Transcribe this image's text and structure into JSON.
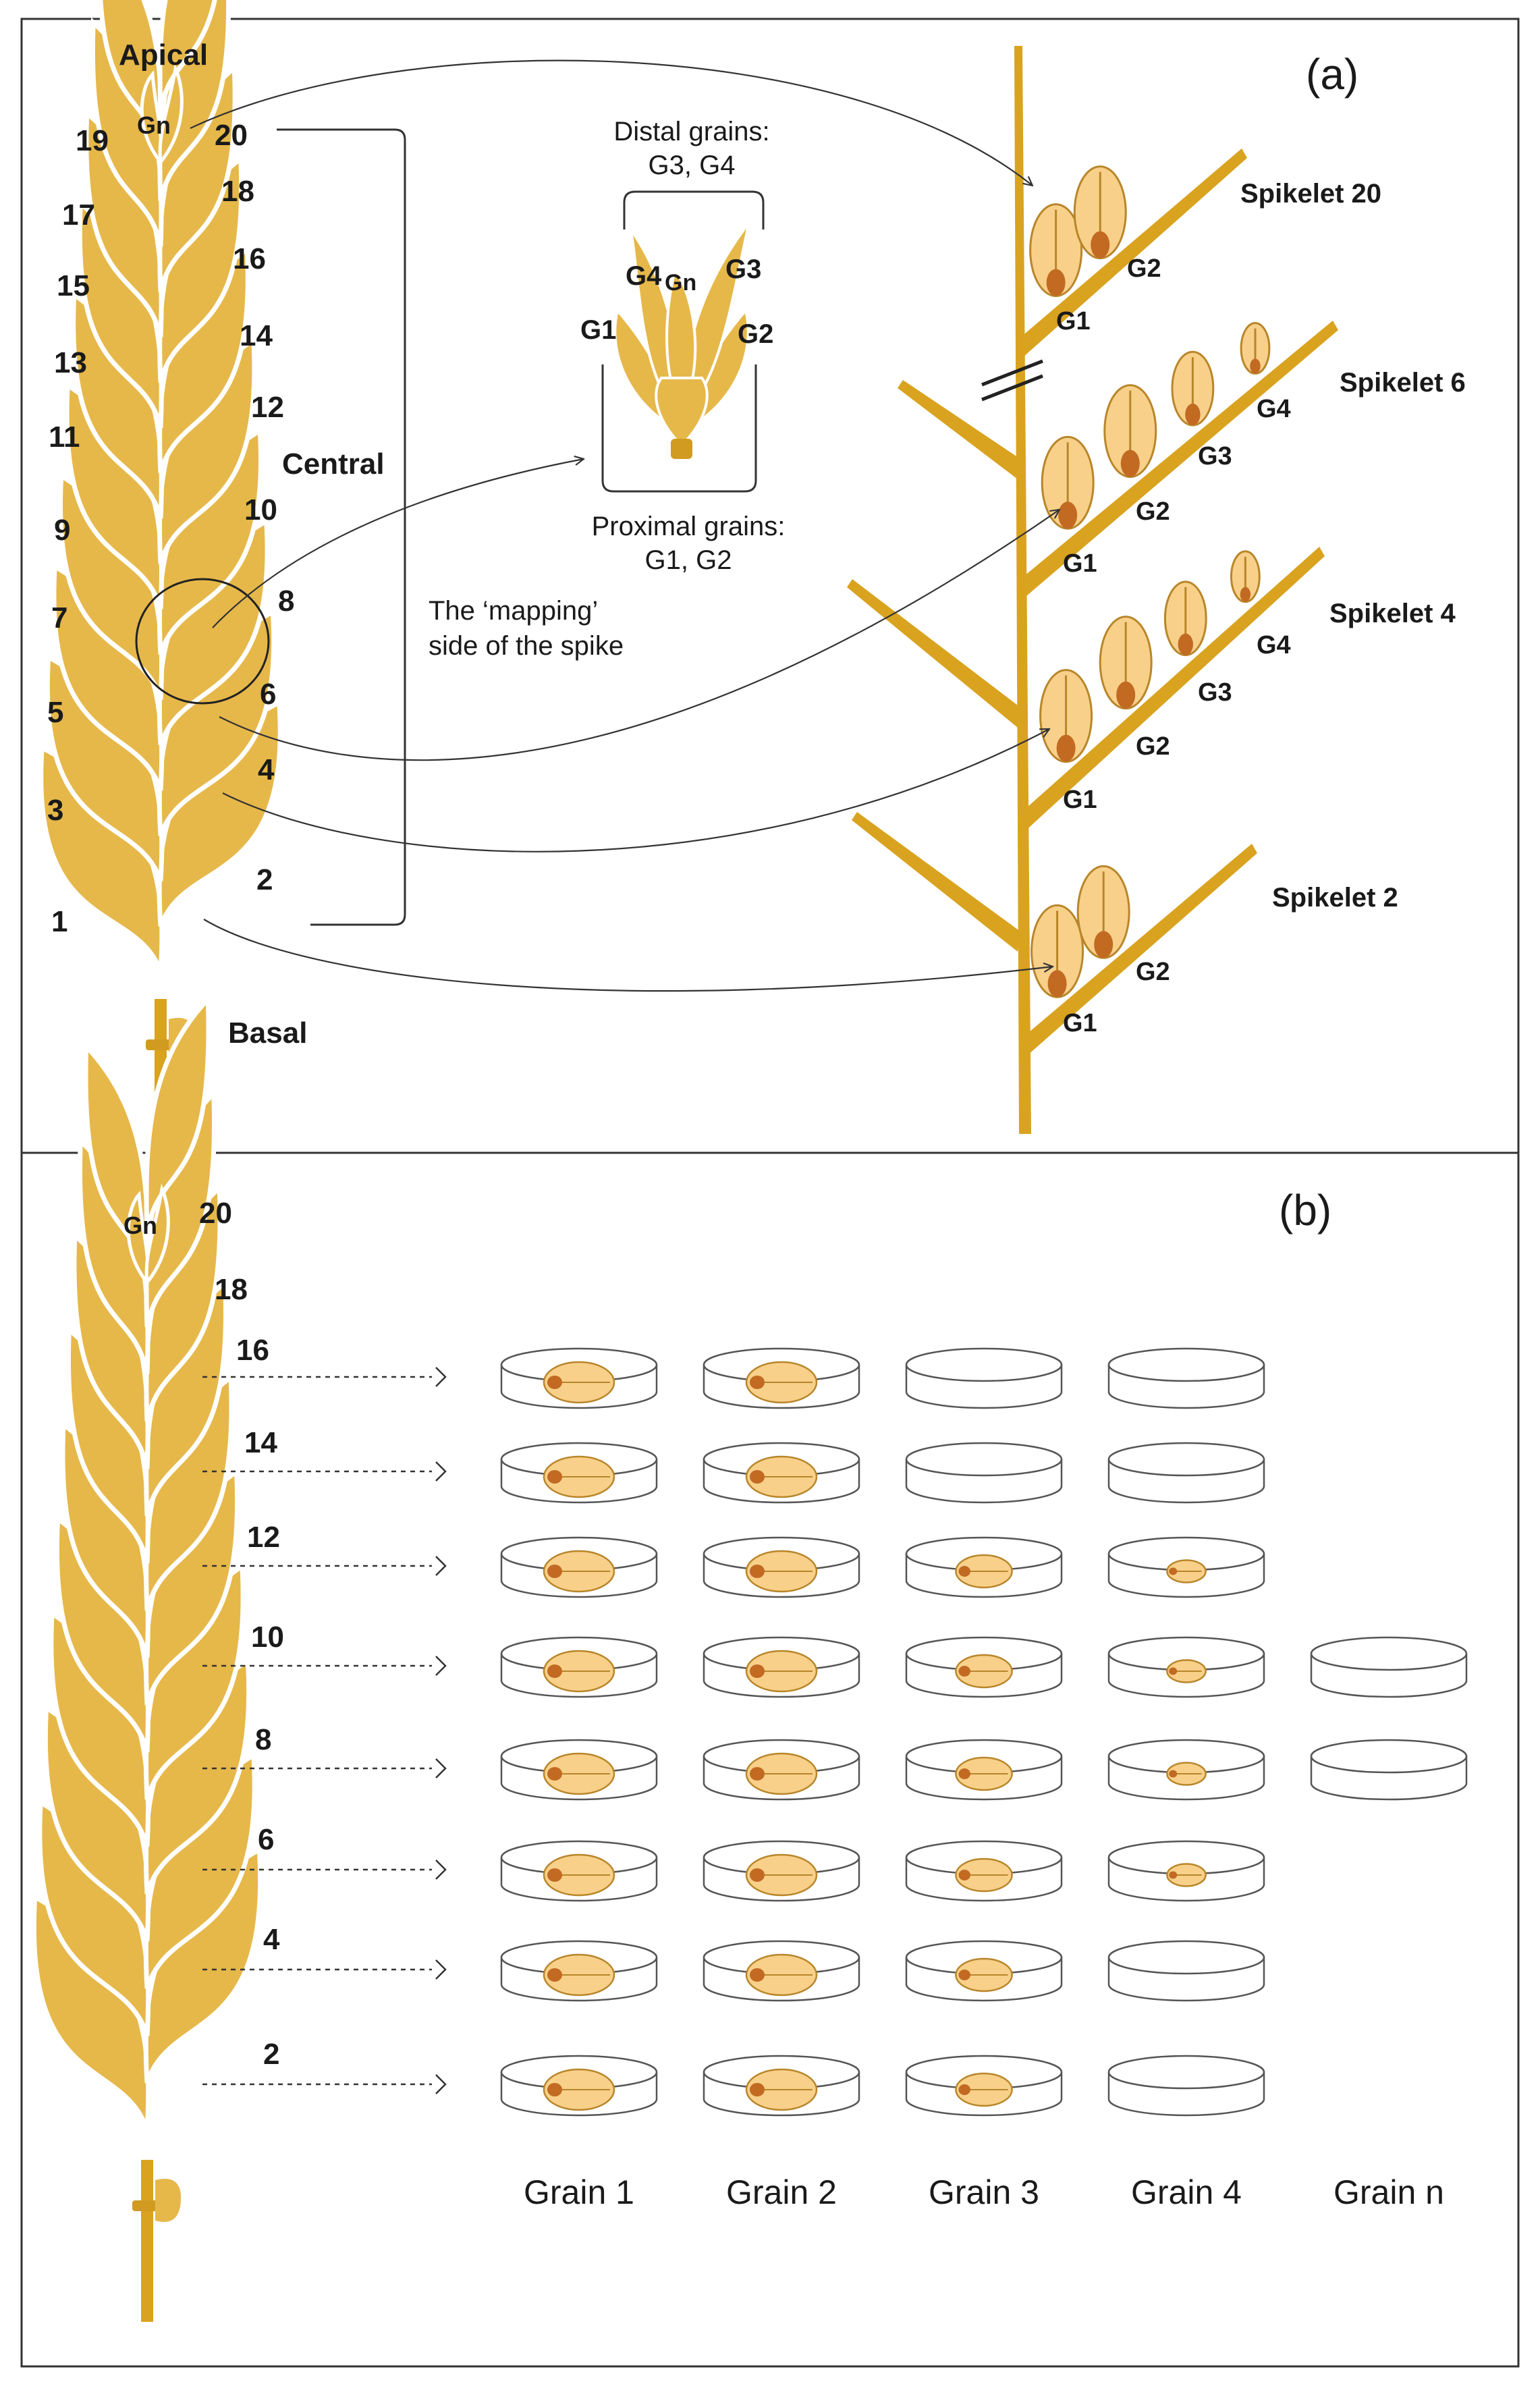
{
  "colors": {
    "gold": "#E6B84A",
    "gold_dark": "#D19B22",
    "stem": "#D9A320",
    "grain_fill": "#F8D08A",
    "grain_edge": "#B8862A",
    "grain_dot": "#C26A22",
    "border": "#333333"
  },
  "panel_a": {
    "label": "(a)",
    "spike_labels": {
      "apical": "Apical",
      "central": "Central",
      "basal": "Basal",
      "gn": "Gn"
    },
    "left_numbers": [
      "19",
      "17",
      "15",
      "13",
      "11",
      "9",
      "7",
      "5",
      "3",
      "1"
    ],
    "right_numbers": [
      "20",
      "18",
      "16",
      "14",
      "12",
      "10",
      "8",
      "6",
      "4",
      "2"
    ],
    "mapping_text": [
      "The ‘mapping’",
      "side of the spike"
    ],
    "floret": {
      "distal": [
        "Distal grains:",
        "G3, G4"
      ],
      "proximal": [
        "Proximal grains:",
        "G1, G2"
      ],
      "labels": [
        "G4",
        "Gn",
        "G3",
        "G1",
        "G2"
      ]
    },
    "spikelets": [
      {
        "label": "Spikelet 20",
        "grains": [
          "G1",
          "G2"
        ]
      },
      {
        "label": "Spikelet 6",
        "grains": [
          "G1",
          "G2",
          "G3",
          "G4"
        ]
      },
      {
        "label": "Spikelet 4",
        "grains": [
          "G1",
          "G2",
          "G3",
          "G4"
        ]
      },
      {
        "label": "Spikelet 2",
        "grains": [
          "G1",
          "G2"
        ]
      }
    ]
  },
  "panel_b": {
    "label": "(b)",
    "gn": "Gn",
    "top_numbers": [
      "20",
      "18"
    ],
    "rows": [
      {
        "spikelet": "16",
        "grains": [
          1,
          1,
          0,
          0,
          null
        ]
      },
      {
        "spikelet": "14",
        "grains": [
          1,
          1,
          0,
          0,
          null
        ]
      },
      {
        "spikelet": "12",
        "grains": [
          1,
          1,
          0.8,
          0.55,
          null
        ]
      },
      {
        "spikelet": "10",
        "grains": [
          1,
          1,
          0.8,
          0.55,
          0
        ]
      },
      {
        "spikelet": "8",
        "grains": [
          1,
          1,
          0.8,
          0.55,
          0
        ]
      },
      {
        "spikelet": "6",
        "grains": [
          1,
          1,
          0.8,
          0.55,
          null
        ]
      },
      {
        "spikelet": "4",
        "grains": [
          1,
          1,
          0.8,
          0,
          null
        ]
      },
      {
        "spikelet": "2",
        "grains": [
          1,
          1,
          0.8,
          0,
          null
        ]
      }
    ],
    "columns": [
      "Grain 1",
      "Grain 2",
      "Grain 3",
      "Grain 4",
      "Grain n"
    ]
  }
}
